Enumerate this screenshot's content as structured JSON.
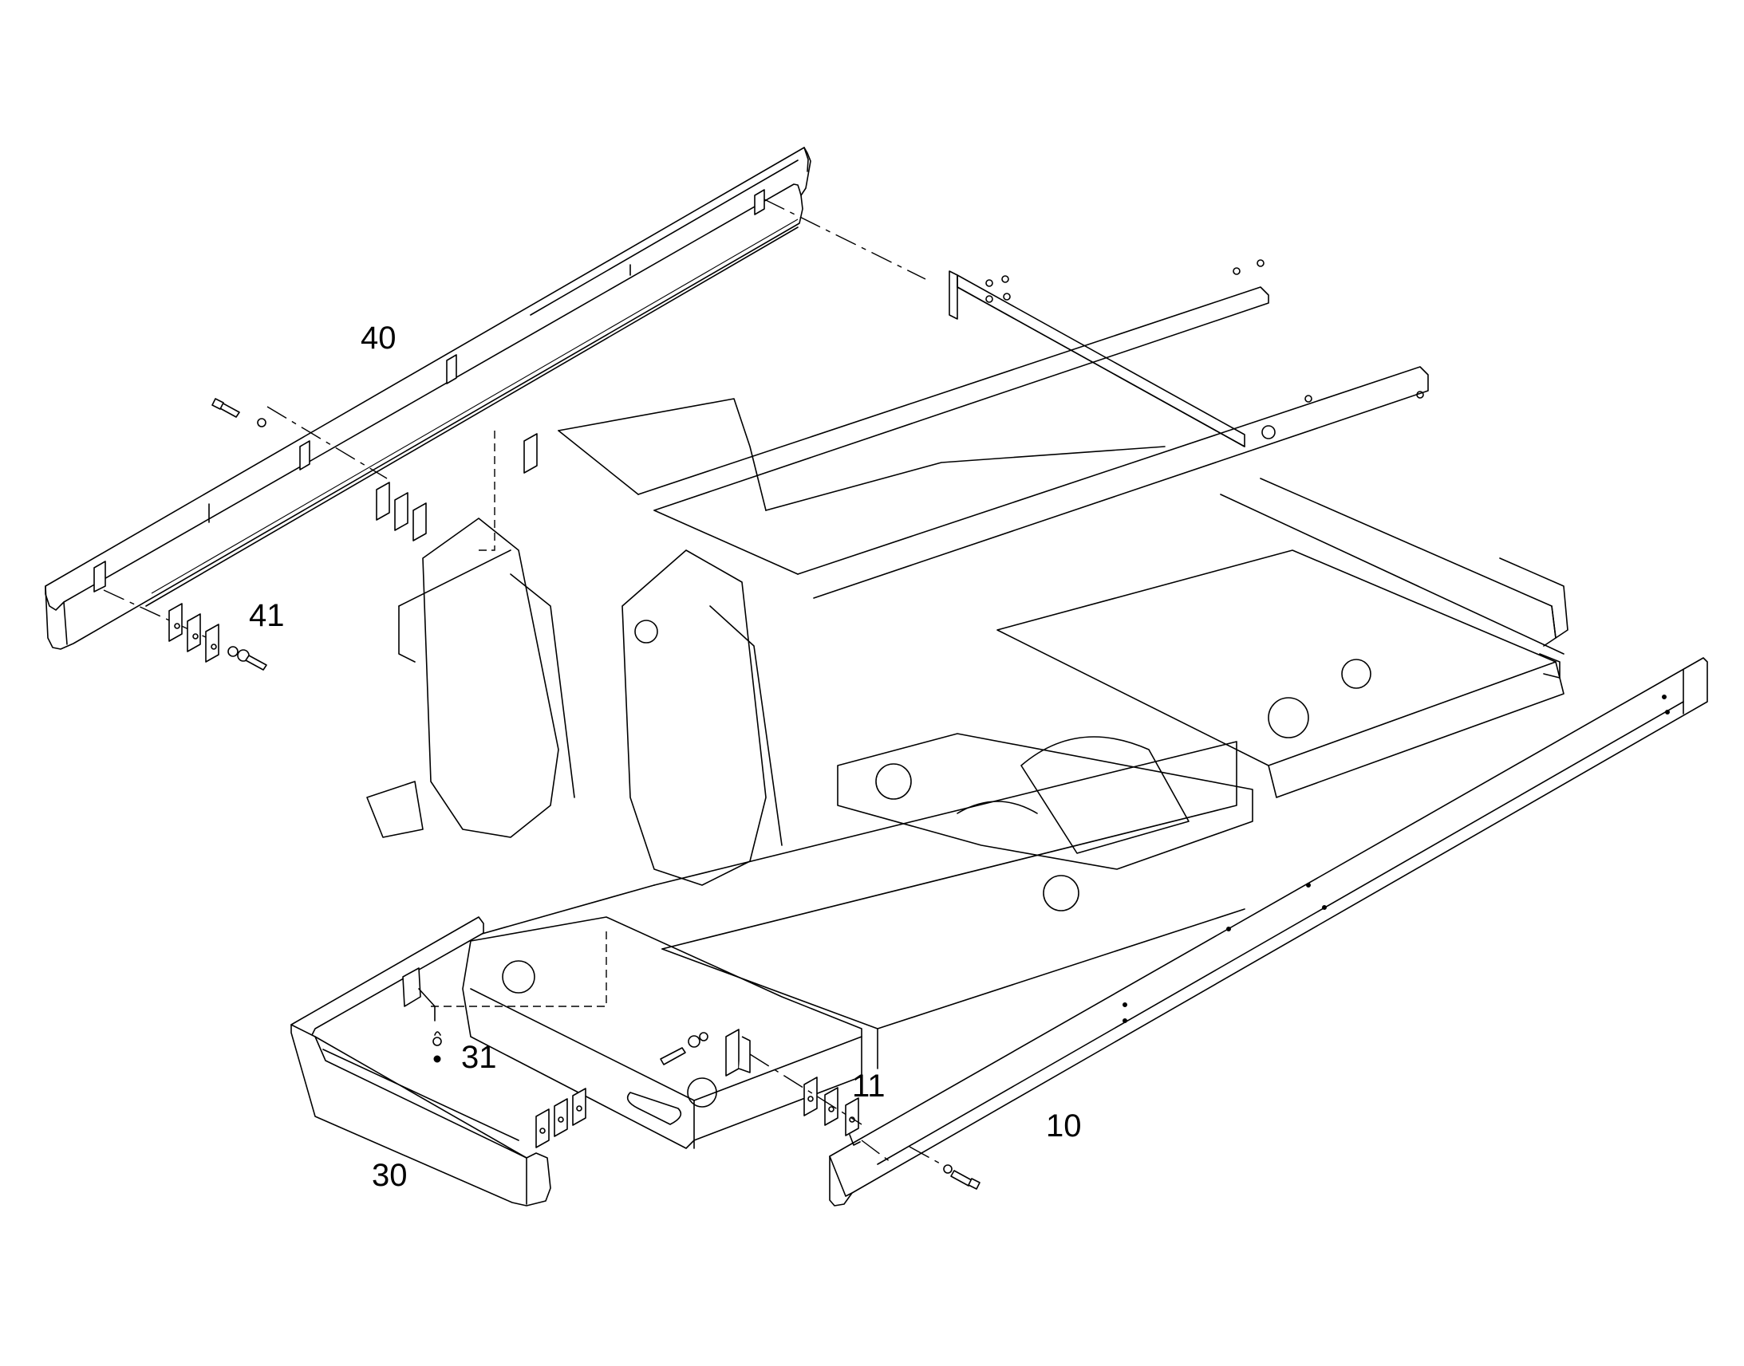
{
  "labels": {
    "p10": "10",
    "p11": "11",
    "p30": "30",
    "p31": "31",
    "p40": "40",
    "p41": "41"
  },
  "colors": {
    "line": "#000000",
    "background": "#ffffff"
  }
}
